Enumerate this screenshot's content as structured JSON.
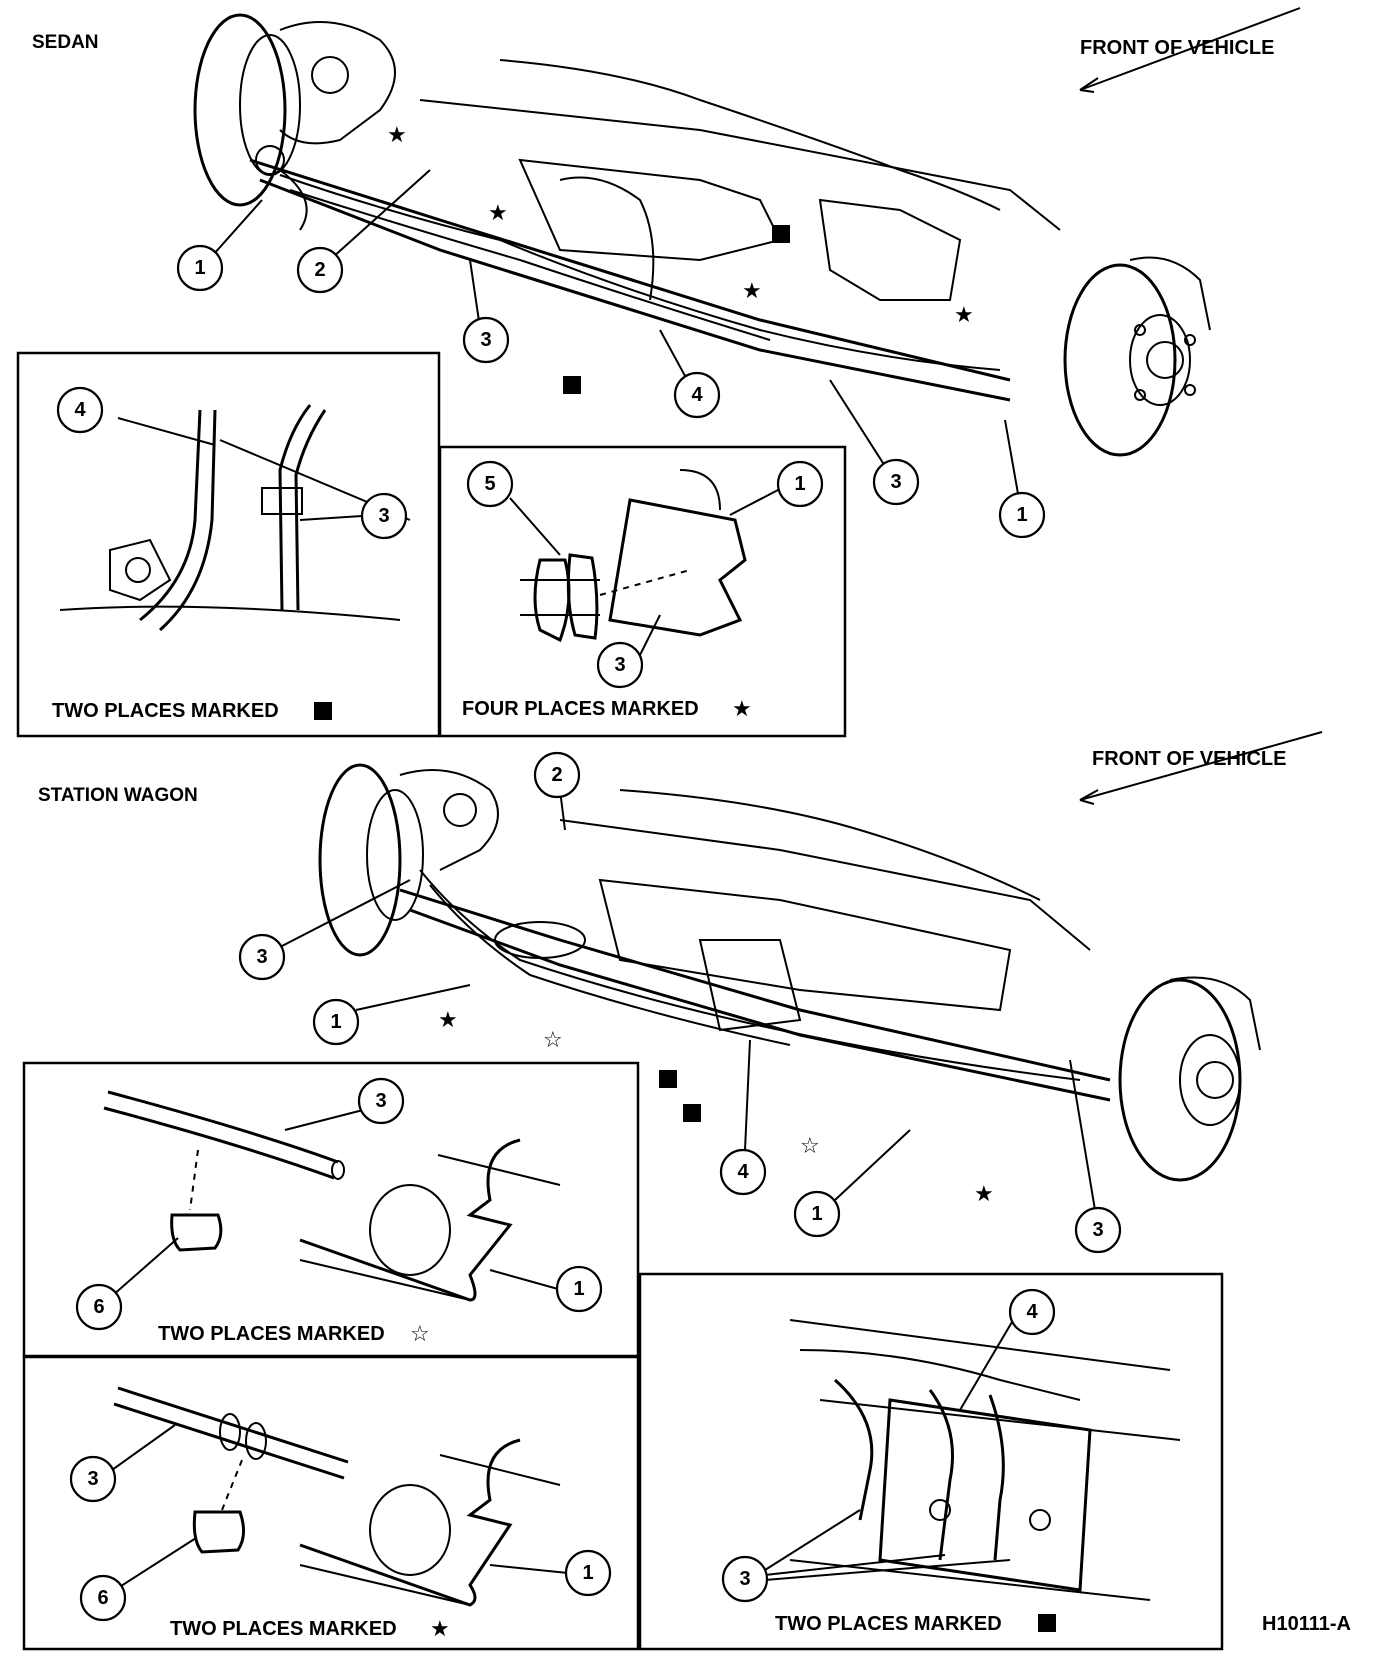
{
  "sedan": {
    "title": "SEDAN",
    "front_label": "FRONT OF VEHICLE",
    "callouts": [
      "1",
      "2",
      "3",
      "4",
      "3",
      "1"
    ],
    "inset_left": {
      "callouts": [
        "4",
        "3"
      ],
      "caption": "TWO PLACES MARKED",
      "symbol": "■"
    },
    "inset_right": {
      "callouts": [
        "5",
        "1",
        "3"
      ],
      "caption": "FOUR PLACES MARKED",
      "symbol": "★"
    }
  },
  "wagon": {
    "title": "STATION WAGON",
    "front_label": "FRONT OF VEHICLE",
    "callouts": [
      "2",
      "3",
      "1",
      "4",
      "1",
      "3"
    ],
    "inset_top_left": {
      "callouts": [
        "3",
        "6",
        "1"
      ],
      "caption": "TWO PLACES MARKED",
      "symbol": "☆"
    },
    "inset_bottom_left": {
      "callouts": [
        "3",
        "6",
        "1"
      ],
      "caption": "TWO PLACES MARKED",
      "symbol": "★"
    },
    "inset_right": {
      "callouts": [
        "4",
        "3"
      ],
      "caption": "TWO PLACES MARKED",
      "symbol": "■"
    }
  },
  "figure_code": "H10111-A"
}
